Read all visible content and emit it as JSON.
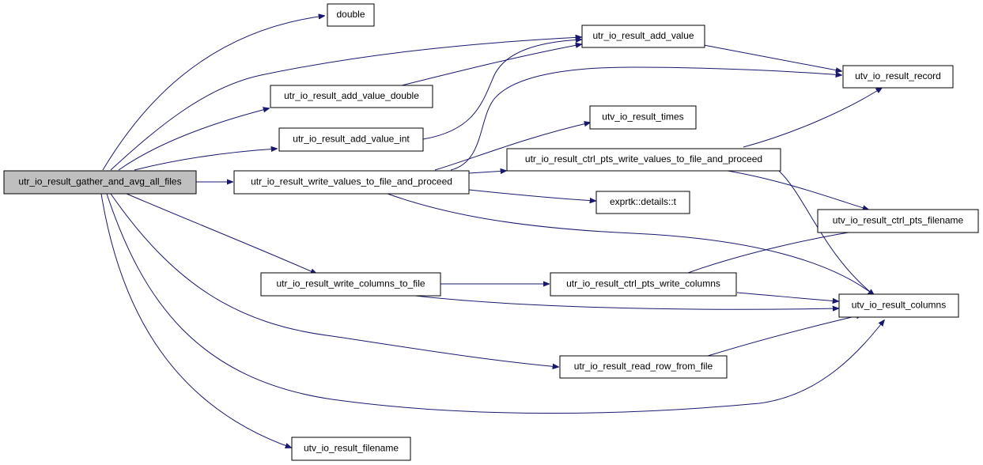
{
  "edge_color": "#191970",
  "root_fill": "#bfbfbf",
  "nodes": {
    "gather": "utr_io_result_gather_and_avg_all_files",
    "double": "double",
    "add_value": "utr_io_result_add_value",
    "add_value_double": "utr_io_result_add_value_double",
    "add_value_int": "utr_io_result_add_value_int",
    "record": "utv_io_result_record",
    "times": "utv_io_result_times",
    "write_values": "utr_io_result_write_values_to_file_and_proceed",
    "ctrl_write_values": "utr_io_result_ctrl_pts_write_values_to_file_and_proceed",
    "exprtk": "exprtk::details::t",
    "ctrl_filename": "utv_io_result_ctrl_pts_filename",
    "write_columns": "utr_io_result_write_columns_to_file",
    "ctrl_write_columns": "utr_io_result_ctrl_pts_write_columns",
    "columns": "utv_io_result_columns",
    "read_row": "utr_io_result_read_row_from_file",
    "filename": "utv_io_result_filename"
  },
  "edges": [
    [
      "gather",
      "double"
    ],
    [
      "gather",
      "add_value"
    ],
    [
      "gather",
      "add_value_double"
    ],
    [
      "gather",
      "add_value_int"
    ],
    [
      "gather",
      "write_values"
    ],
    [
      "gather",
      "write_columns"
    ],
    [
      "gather",
      "read_row"
    ],
    [
      "gather",
      "columns"
    ],
    [
      "gather",
      "filename"
    ],
    [
      "add_value_double",
      "add_value"
    ],
    [
      "add_value_int",
      "add_value"
    ],
    [
      "add_value",
      "record"
    ],
    [
      "write_values",
      "record"
    ],
    [
      "write_values",
      "times"
    ],
    [
      "write_values",
      "ctrl_write_values"
    ],
    [
      "write_values",
      "exprtk"
    ],
    [
      "write_values",
      "columns"
    ],
    [
      "ctrl_write_values",
      "record"
    ],
    [
      "ctrl_write_values",
      "ctrl_filename"
    ],
    [
      "ctrl_write_values",
      "columns"
    ],
    [
      "write_columns",
      "ctrl_write_columns"
    ],
    [
      "write_columns",
      "columns"
    ],
    [
      "ctrl_write_columns",
      "ctrl_filename"
    ],
    [
      "ctrl_write_columns",
      "columns"
    ],
    [
      "read_row",
      "columns"
    ]
  ]
}
